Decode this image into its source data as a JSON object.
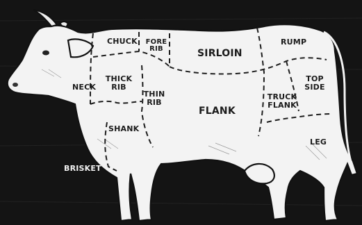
{
  "diagram": {
    "colors": {
      "background": "#141414",
      "body": "#f3f3f3",
      "ink": "#1b1b1b"
    },
    "cuts": {
      "chuck": "CHUCK",
      "fore_rib": "FORE RIB",
      "sirloin": "SIRLOIN",
      "rump": "RUMP",
      "neck": "NECK",
      "thick_rib": "THICK RIB",
      "thin_rib": "THIN RIB",
      "flank": "FLANK",
      "truck_flank": "TRUCK FLANK",
      "top_side": "TOP SIDE",
      "shank": "SHANK",
      "leg": "LEG",
      "brisket": "BRISKET"
    }
  }
}
